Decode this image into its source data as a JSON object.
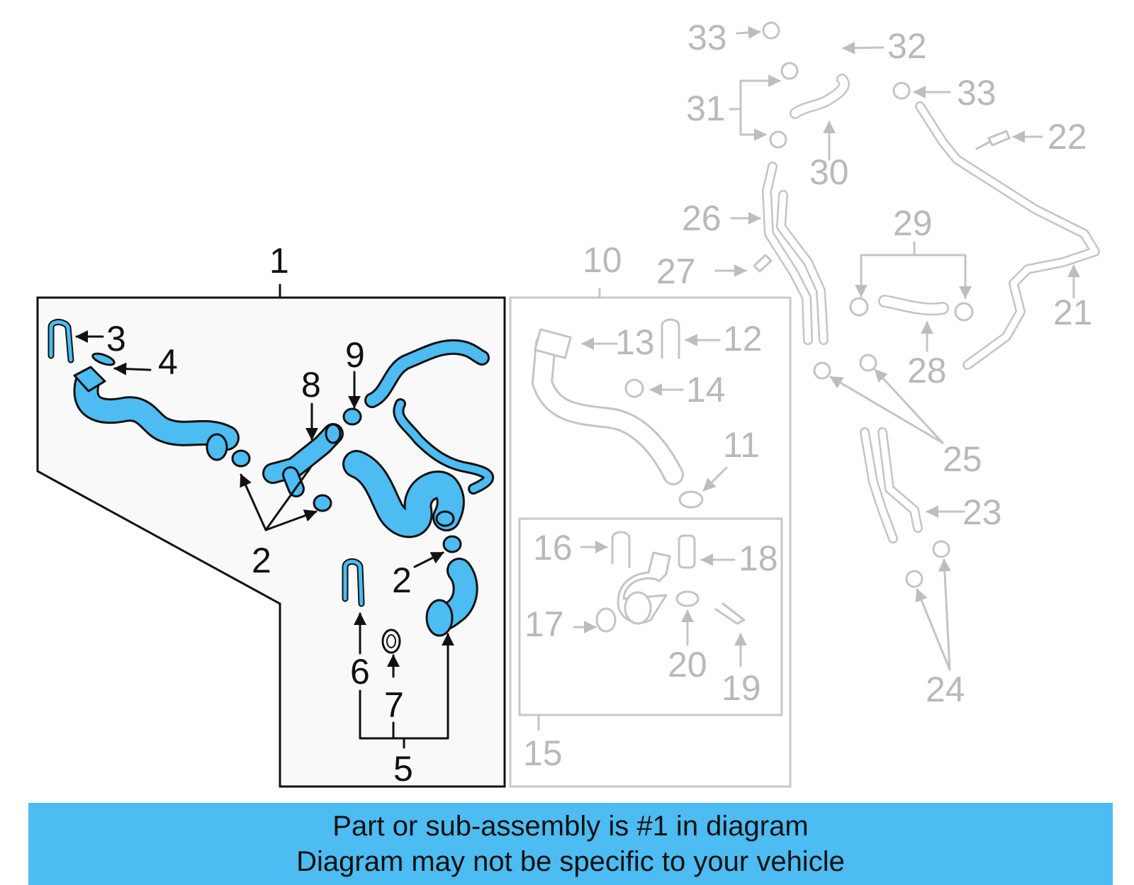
{
  "colors": {
    "highlight": "#4cbcf2",
    "banner": "#4cbcf2",
    "context_gray": "#b9b9b9",
    "ink": "#111111",
    "box_fill": "#f9f9f9"
  },
  "callouts": {
    "c1": "1",
    "c2a": "2",
    "c2b": "2",
    "c3": "3",
    "c4": "4",
    "c5": "5",
    "c6": "6",
    "c7": "7",
    "c8": "8",
    "c9": "9",
    "c10": "10",
    "c11": "11",
    "c12": "12",
    "c13": "13",
    "c14": "14",
    "c15": "15",
    "c16": "16",
    "c17": "17",
    "c18": "18",
    "c19": "19",
    "c20": "20",
    "c21": "21",
    "c22": "22",
    "c23": "23",
    "c24": "24",
    "c25": "25",
    "c26": "26",
    "c27": "27",
    "c28": "28",
    "c29": "29",
    "c30": "30",
    "c31": "31",
    "c32": "32",
    "c33a": "33",
    "c33b": "33"
  },
  "banner": {
    "line1": "Part or sub-assembly is #1 in diagram",
    "line2": "Diagram may not be specific to your vehicle"
  }
}
